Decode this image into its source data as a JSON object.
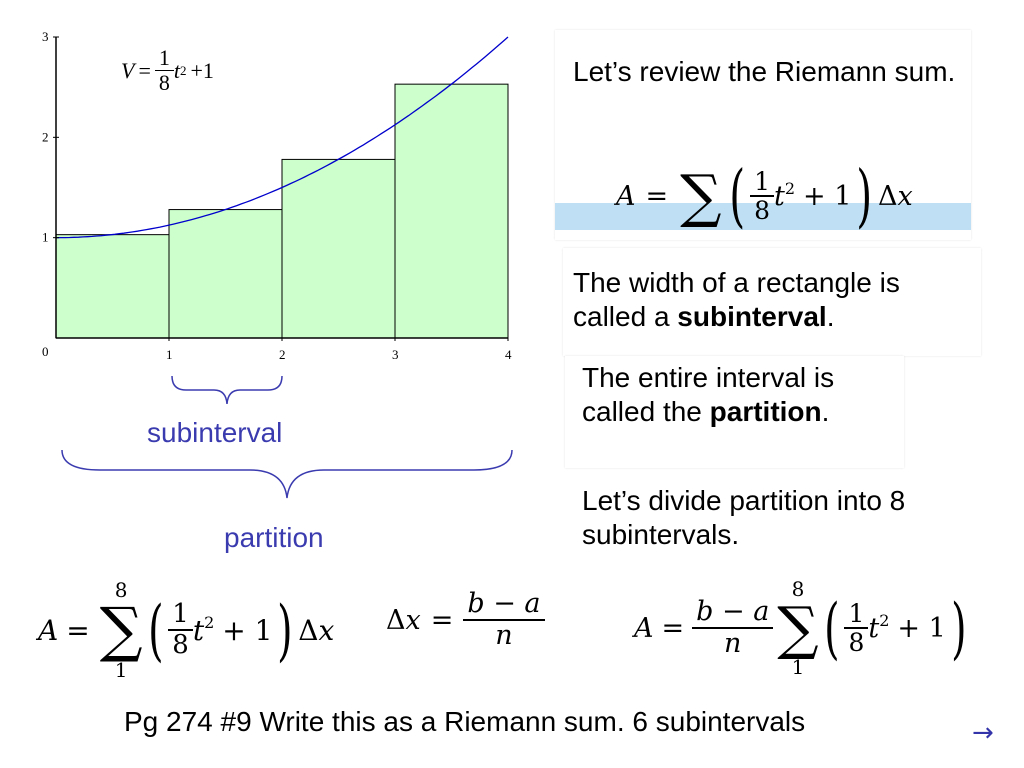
{
  "graph": {
    "y_ticks": [
      "1",
      "2",
      "3"
    ],
    "x_ticks": [
      "0",
      "1",
      "2",
      "3",
      "4"
    ],
    "func_label": {
      "var": "V",
      "eq": "=",
      "num": "1",
      "den": "8",
      "t": "t",
      "exp": "2",
      "tail": "+1"
    }
  },
  "chart_data": {
    "type": "bar",
    "subtype": "riemann-sum",
    "function": "V = (1/8)t^2 + 1",
    "x_range": [
      0,
      4
    ],
    "y_range": [
      0,
      3
    ],
    "rectangles": [
      {
        "x0": 0,
        "x1": 1,
        "height": 1.03
      },
      {
        "x0": 1,
        "x1": 2,
        "height": 1.28
      },
      {
        "x0": 2,
        "x1": 3,
        "height": 1.78
      },
      {
        "x0": 3,
        "x1": 4,
        "height": 2.53
      }
    ],
    "rect_fill": "#ccffcc",
    "curve_color": "#0000cc"
  },
  "labels": {
    "subinterval": "subinterval",
    "partition": "partition",
    "label_color": "#3b3bb0"
  },
  "text": {
    "review": "Let’s review the Riemann sum.",
    "width_pre": "The width of a rectangle is called a ",
    "width_bold": "subinterval",
    "width_post": ".",
    "entire_pre": "The entire interval is called the ",
    "entire_bold": "partition",
    "entire_post": ".",
    "divide": "Let’s divide partition into 8 subintervals.",
    "footer": "Pg 274 #9 Write this as a Riemann sum.  6 subintervals"
  },
  "formulas": {
    "A": "A",
    "eq": "=",
    "sigma": "∑",
    "one": "1",
    "eight": "8",
    "t": "t",
    "exp2": "2",
    "plus1": "+ 1",
    "dx": "Δx",
    "delta": "Δ",
    "x": "x",
    "b_minus_a": "b − a",
    "n": "n",
    "lparen": "(",
    "rparen": ")"
  },
  "nav": {
    "next_arrow": "→"
  },
  "colors": {
    "highlight": "#bfe0f4",
    "blue_text": "#3b3bb0"
  }
}
